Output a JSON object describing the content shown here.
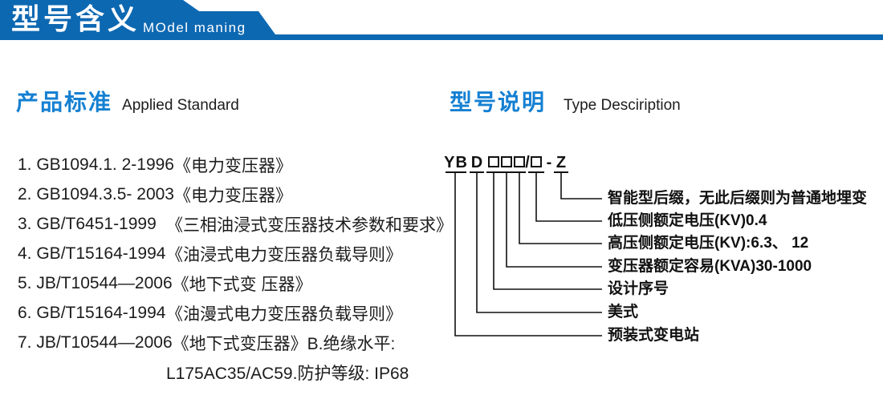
{
  "colors": {
    "banner_blue": "#0d68b2",
    "accent_blue": "#1580d2",
    "text": "#1c1c1c"
  },
  "header": {
    "title": "型号含义",
    "subtitle": "MOdel maning"
  },
  "left_section": {
    "title": "产品标准",
    "title_en": "Applied Standard",
    "items": [
      {
        "code": "1. GB1094.1. 2-1996",
        "desc": "《电力变压器》"
      },
      {
        "code": "2. GB1094.3.5- 2003",
        "desc": "《电力变压器》"
      },
      {
        "code": "3. GB/T6451-1999",
        "desc": "《三相油浸式变压器技术参数和要求》"
      },
      {
        "code": "4. GB/T15164-1994",
        "desc": "《油浸式电力变压器负载导则》"
      },
      {
        "code": "5. JB/T10544—2006",
        "desc": "《地下式变 压器》"
      },
      {
        "code": "6. GB/T15164-1994",
        "desc": "《油漫式电力变压器负载导则》"
      },
      {
        "code": "7. JB/T10544—2006",
        "desc": "《地下式变压器》B.绝缘水平:"
      },
      {
        "code": "",
        "desc": "L175AC35/AC59.防护等级: IP68"
      }
    ]
  },
  "right_section": {
    "title": "型号说明",
    "title_en": "Type Desciription",
    "model_code": {
      "prefix": "YB",
      "letter": "D",
      "slash": "/",
      "dash": "-",
      "suffix": "Z"
    },
    "labels": [
      "智能型后缀，无此后缀则为普通地埋变",
      "低压侧额定电压(KV)0.4",
      "高压侧额定电压(KV):6.3、 12",
      "变压器额定容易(KVA)30-1000",
      "设计序号",
      "美式",
      "预装式变电站"
    ]
  }
}
